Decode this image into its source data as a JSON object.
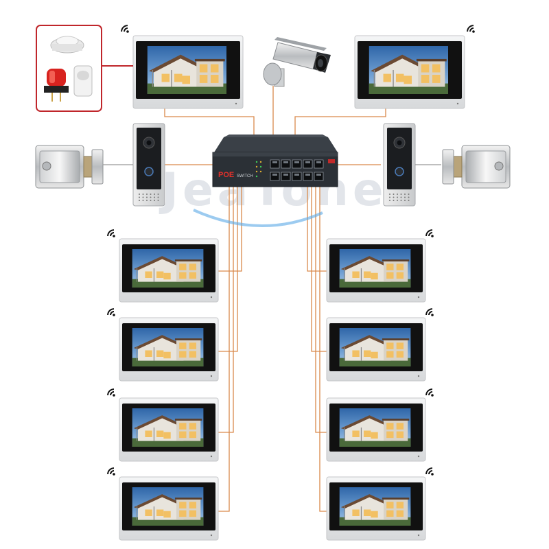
{
  "watermark": "JeaTone",
  "switch": {
    "poe_label": "POE",
    "brand_label": "SWITCH"
  },
  "colors": {
    "wire": "#d9894a",
    "monitor_frame": "#e9eaeb",
    "screen_bezel": "#111111",
    "alarm_box": "#c0262b",
    "switch_body": "#2b3036",
    "sky": "#3d78b6"
  },
  "icons": {
    "wifi": "wifi-icon",
    "camera": "cctv-camera-icon",
    "lock": "electric-lock-icon",
    "doorbell": "doorbell-camera-icon",
    "smoke": "smoke-detector-icon",
    "siren": "siren-icon",
    "pir": "pir-sensor-icon"
  }
}
